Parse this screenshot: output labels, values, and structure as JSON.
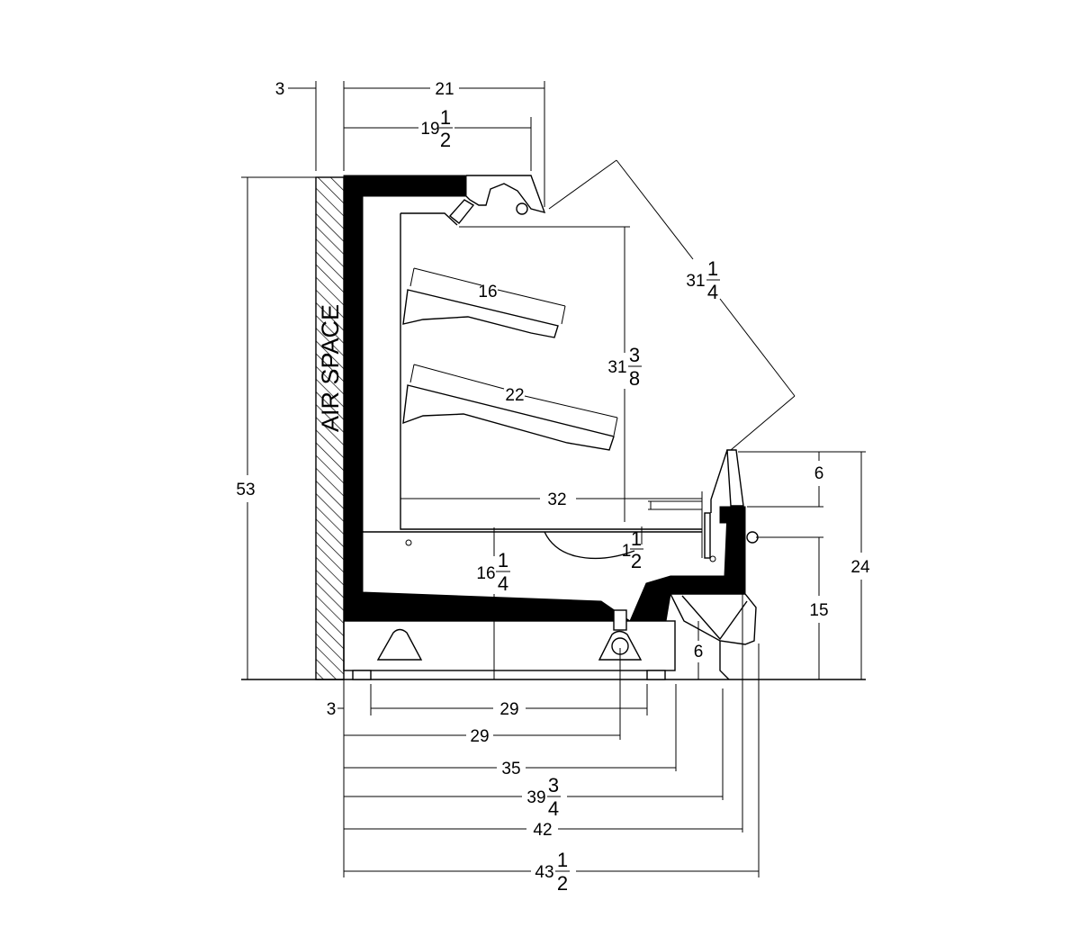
{
  "diagram": {
    "air_space_label": "AIR SPACE",
    "dimensions": {
      "top_gap": "3",
      "top_depth": "21",
      "canopy_whole": "19",
      "canopy_num": "1",
      "canopy_den": "2",
      "glass_whole": "31",
      "glass_num": "1",
      "glass_den": "4",
      "opening_whole": "31",
      "opening_num": "3",
      "opening_den": "8",
      "shelf_upper": "16",
      "shelf_lower": "22",
      "deck_depth": "32",
      "well_whole": "16",
      "well_num": "1",
      "well_den": "4",
      "deck_small_whole": "1",
      "deck_small_num": "1",
      "deck_small_den": "2",
      "overall_height": "53",
      "front_top": "6",
      "front_total": "24",
      "front_lower": "15",
      "bumper_height": "6",
      "bottom_gap": "3",
      "legs_span": "29",
      "to_drain": "29",
      "base_depth": "35",
      "to_kick_whole": "39",
      "to_kick_num": "3",
      "to_kick_den": "4",
      "to_rail": "42",
      "overall_whole": "43",
      "overall_num": "1",
      "overall_den": "2"
    }
  }
}
